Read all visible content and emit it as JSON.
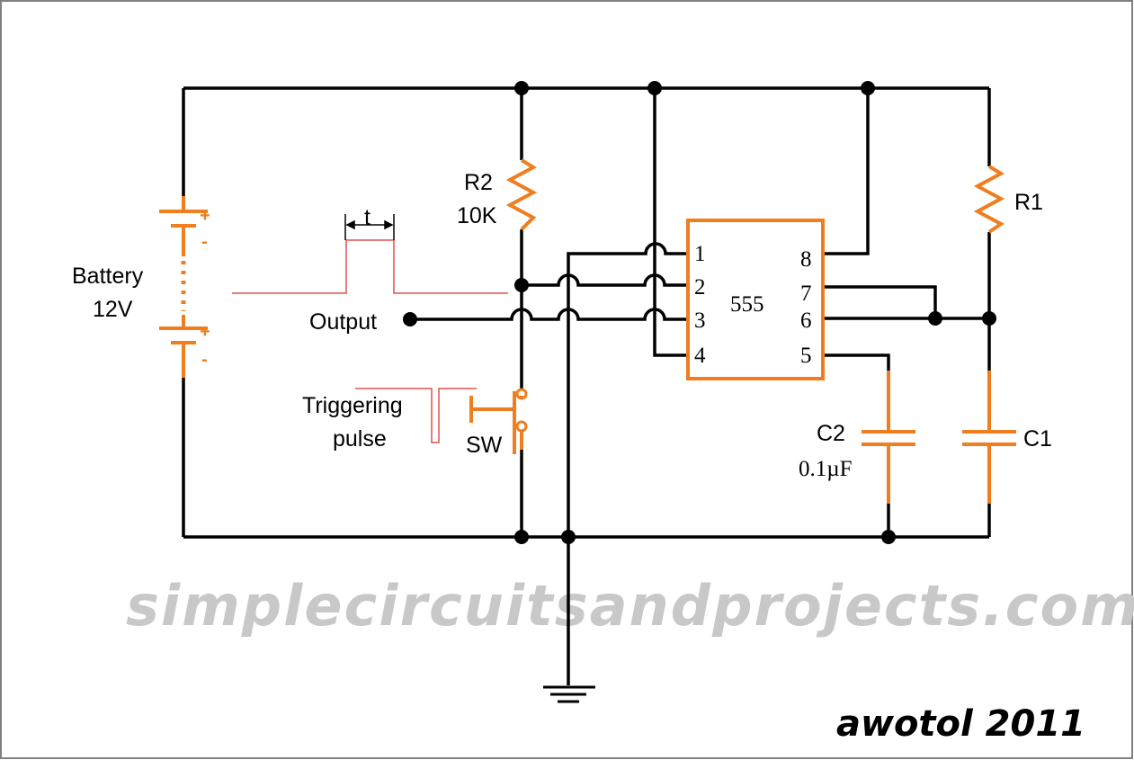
{
  "labels": {
    "battery": "Battery",
    "battery_voltage": "12V",
    "r2": "R2",
    "r2_value": "10K",
    "r1": "R1",
    "ic": "555",
    "output": "Output",
    "pulse_width": "t",
    "trigger_line1": "Triggering",
    "trigger_line2": "pulse",
    "switch": "SW",
    "c2": "C2",
    "c2_value": "0.1µF",
    "c1": "C1",
    "plus_symbol": "+",
    "minus_symbol": "-"
  },
  "pins": {
    "p1": "1",
    "p2": "2",
    "p3": "3",
    "p4": "4",
    "p5": "5",
    "p6": "6",
    "p7": "7",
    "p8": "8"
  },
  "watermark": "simplecircuitsandprojects.com",
  "signature": "awotol 2011",
  "colors": {
    "wire": "#000000",
    "component": "#f07d1e",
    "pulse": "#e05050",
    "watermark": "#c8c8c8",
    "frame": "#808080"
  }
}
